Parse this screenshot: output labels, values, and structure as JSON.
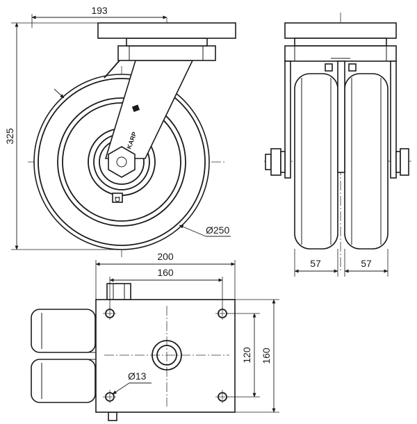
{
  "side_view": {
    "dim_offset": "193",
    "dim_height": "325",
    "dim_wheel_diameter": "Ø250"
  },
  "front_view": {
    "dim_wheel_width_left": "57",
    "dim_wheel_width_right": "57"
  },
  "top_view": {
    "dim_plate_length": "200",
    "dim_hole_spacing_x": "160",
    "dim_hole_spacing_y": "120",
    "dim_plate_width": "160",
    "dim_hole_diameter": "Ø13"
  }
}
